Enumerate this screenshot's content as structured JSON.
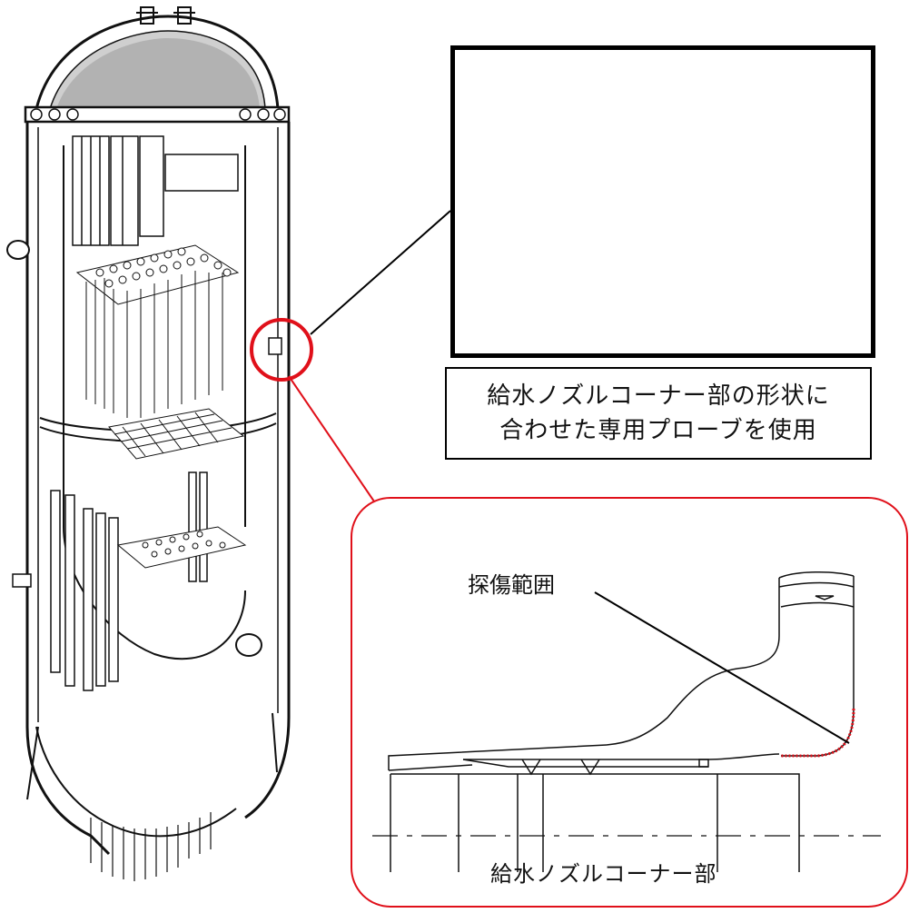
{
  "caption": {
    "line1": "給水ノズルコーナー部の形状に",
    "line2": "合わせた専用プローブを使用"
  },
  "detail": {
    "scope_label": "探傷範囲",
    "title": "給水ノズルコーナー部"
  },
  "colors": {
    "highlight": "#e0101a",
    "ink": "#111111"
  }
}
